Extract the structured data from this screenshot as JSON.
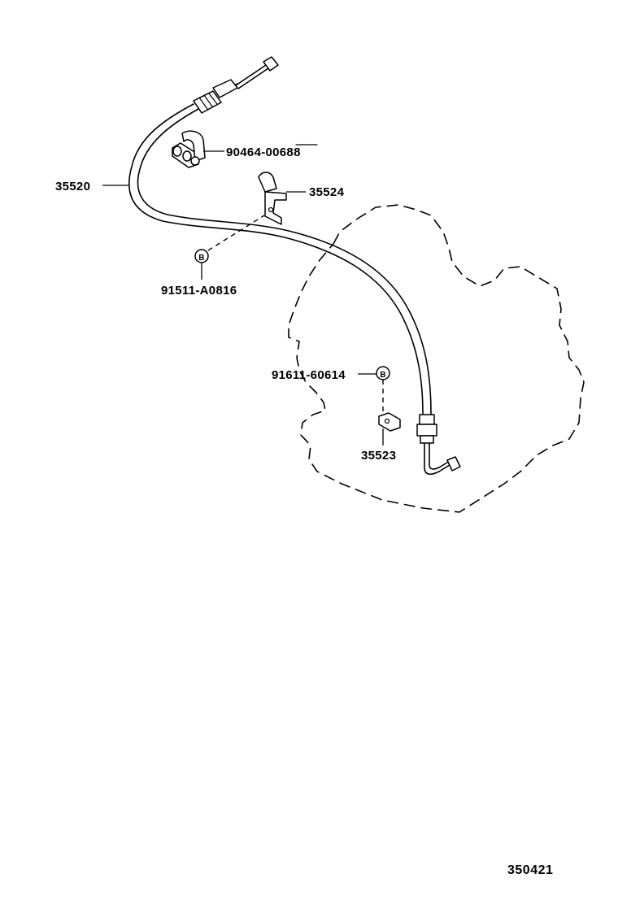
{
  "diagram": {
    "reference_code": "350421",
    "parts": [
      {
        "id": "cable",
        "number": "35520"
      },
      {
        "id": "clamp",
        "number": "90464-00688"
      },
      {
        "id": "upper-bracket",
        "number": "35524"
      },
      {
        "id": "upper-bolt",
        "number": "91511-A0816"
      },
      {
        "id": "lower-bolt",
        "number": "91611-60614"
      },
      {
        "id": "lower-bracket",
        "number": "35523"
      }
    ],
    "bolt_marker": "B"
  }
}
